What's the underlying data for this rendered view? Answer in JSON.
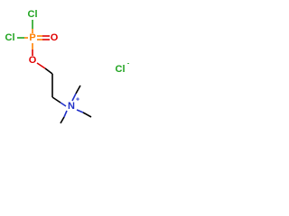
{
  "molecule": {
    "atoms": {
      "cl1": "Cl",
      "cl2": "Cl",
      "p": "P",
      "o_double": "O",
      "o_ester": "O",
      "n": "N",
      "n_charge": "+",
      "chloride": "Cl",
      "chloride_charge": "-"
    },
    "colors": {
      "chlorine": "#1fa31f",
      "phosphorus": "#ff8000",
      "oxygen": "#e00000",
      "nitrogen": "#2030c8",
      "carbon_bond": "#000000"
    }
  }
}
